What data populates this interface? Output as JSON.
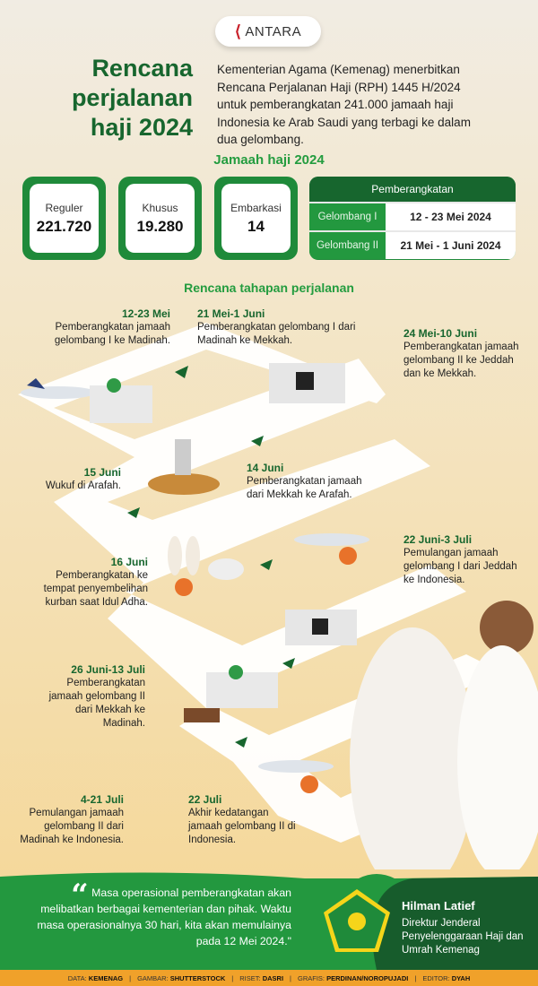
{
  "logo": "ANTARA",
  "title": "Rencana perjalanan haji 2024",
  "intro": "Kementerian Agama (Kemenag) menerbitkan Rencana Perjalanan Haji (RPH) 1445 H/2024 untuk pemberangkatan 241.000 jamaah haji Indonesia ke Arab Saudi yang terbagi ke dalam dua gelombang.",
  "jamaah": {
    "heading": "Jamaah haji 2024",
    "stats": [
      {
        "label": "Reguler",
        "value": "221.720"
      },
      {
        "label": "Khusus",
        "value": "19.280"
      },
      {
        "label": "Embarkasi",
        "value": "14"
      }
    ],
    "departure": {
      "heading": "Pemberangkatan",
      "rows": [
        {
          "wave": "Gelombang I",
          "dates": "12 - 23 Mei 2024"
        },
        {
          "wave": "Gelombang II",
          "dates": "21 Mei - 1 Juni 2024"
        }
      ]
    }
  },
  "route": {
    "heading": "Rencana tahapan perjalanan",
    "milestones": [
      {
        "date": "12-23 Mei",
        "text": "Pemberangkatan jamaah gelombang I ke Madinah."
      },
      {
        "date": "21 Mei-1 Juni",
        "text": "Pemberangkatan gelombang I dari Madinah ke Mekkah."
      },
      {
        "date": "24 Mei-10 Juni",
        "text": "Pemberangkatan jamaah gelombang II ke Jeddah dan ke Mekkah."
      },
      {
        "date": "15 Juni",
        "text": "Wukuf di Arafah."
      },
      {
        "date": "14 Juni",
        "text": "Pemberangkatan jamaah dari Mekkah ke Arafah."
      },
      {
        "date": "16 Juni",
        "text": "Pemberangkatan ke tempat penyembelihan kurban saat Idul Adha."
      },
      {
        "date": "22 Juni-3 Juli",
        "text": "Pemulangan jamaah gelombang I dari Jeddah ke Indonesia."
      },
      {
        "date": "26 Juni-13 Juli",
        "text": "Pemberangkatan jamaah gelombang II dari Mekkah ke Madinah."
      },
      {
        "date": "4-21 Juli",
        "text": "Pemulangan jamaah gelombang II dari Madinah ke Indonesia."
      },
      {
        "date": "22 Juli",
        "text": "Akhir kedatangan jamaah gelombang II di Indonesia."
      }
    ]
  },
  "quote": {
    "text": "Masa operasional pemberangkatan akan melibatkan berbagai kementerian dan pihak. Waktu masa operasionalnya 30 hari, kita akan memulainya pada 12 Mei 2024.\"",
    "mark": "“",
    "name": "Hilman Latief",
    "role": "Direktur Jenderal Penyelenggaraan Haji dan Umrah Kemenag"
  },
  "credits": [
    {
      "k": "DATA:",
      "v": "KEMENAG"
    },
    {
      "k": "GAMBAR:",
      "v": "SHUTTERSTOCK"
    },
    {
      "k": "RISET:",
      "v": "DASRI"
    },
    {
      "k": "GRAFIS:",
      "v": "PERDINAN/NOROPUJADI"
    },
    {
      "k": "EDITOR:",
      "v": "DYAH"
    }
  ],
  "colors": {
    "dark_green": "#17662e",
    "green": "#1f8a3a",
    "orange": "#f0a12a"
  }
}
